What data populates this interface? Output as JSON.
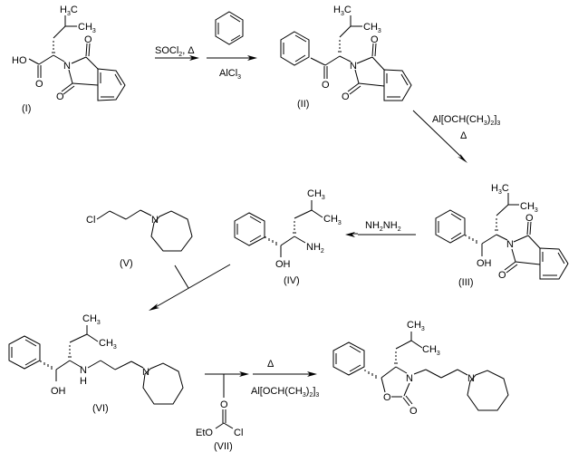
{
  "compounds": [
    {
      "id": "I",
      "label": "(I)"
    },
    {
      "id": "II",
      "label": "(II)"
    },
    {
      "id": "III",
      "label": "(III)"
    },
    {
      "id": "IV",
      "label": "(IV)"
    },
    {
      "id": "V",
      "label": "(V)"
    },
    {
      "id": "VI",
      "label": "(VI)"
    },
    {
      "id": "VII",
      "label": "(VII)"
    }
  ],
  "atoms": {
    "HO": "HO",
    "O": "O",
    "N": "N",
    "H": "H",
    "OH": "OH",
    "Cl": "Cl",
    "Et": "Et",
    "H3C": "H",
    "CH": "CH",
    "C": "C",
    "NH": "NH",
    "sub3": "3",
    "sub2": "2"
  },
  "reagents": {
    "step1": "SOCl",
    "step1_sub": "2",
    "step1_heat": ", Δ",
    "step2": "AlCl",
    "step2_sub": "3",
    "step3a": "Al[OCH(CH",
    "step3_sub1": "3",
    "step3b": ")",
    "step3_sub2": "2",
    "step3c": "]",
    "step3_sub3": "3",
    "step3_heat": "Δ",
    "step4": "NH",
    "step4_sub": "2",
    "step4b": "NH",
    "step4b_sub": "2",
    "step6_heat": "Δ"
  }
}
